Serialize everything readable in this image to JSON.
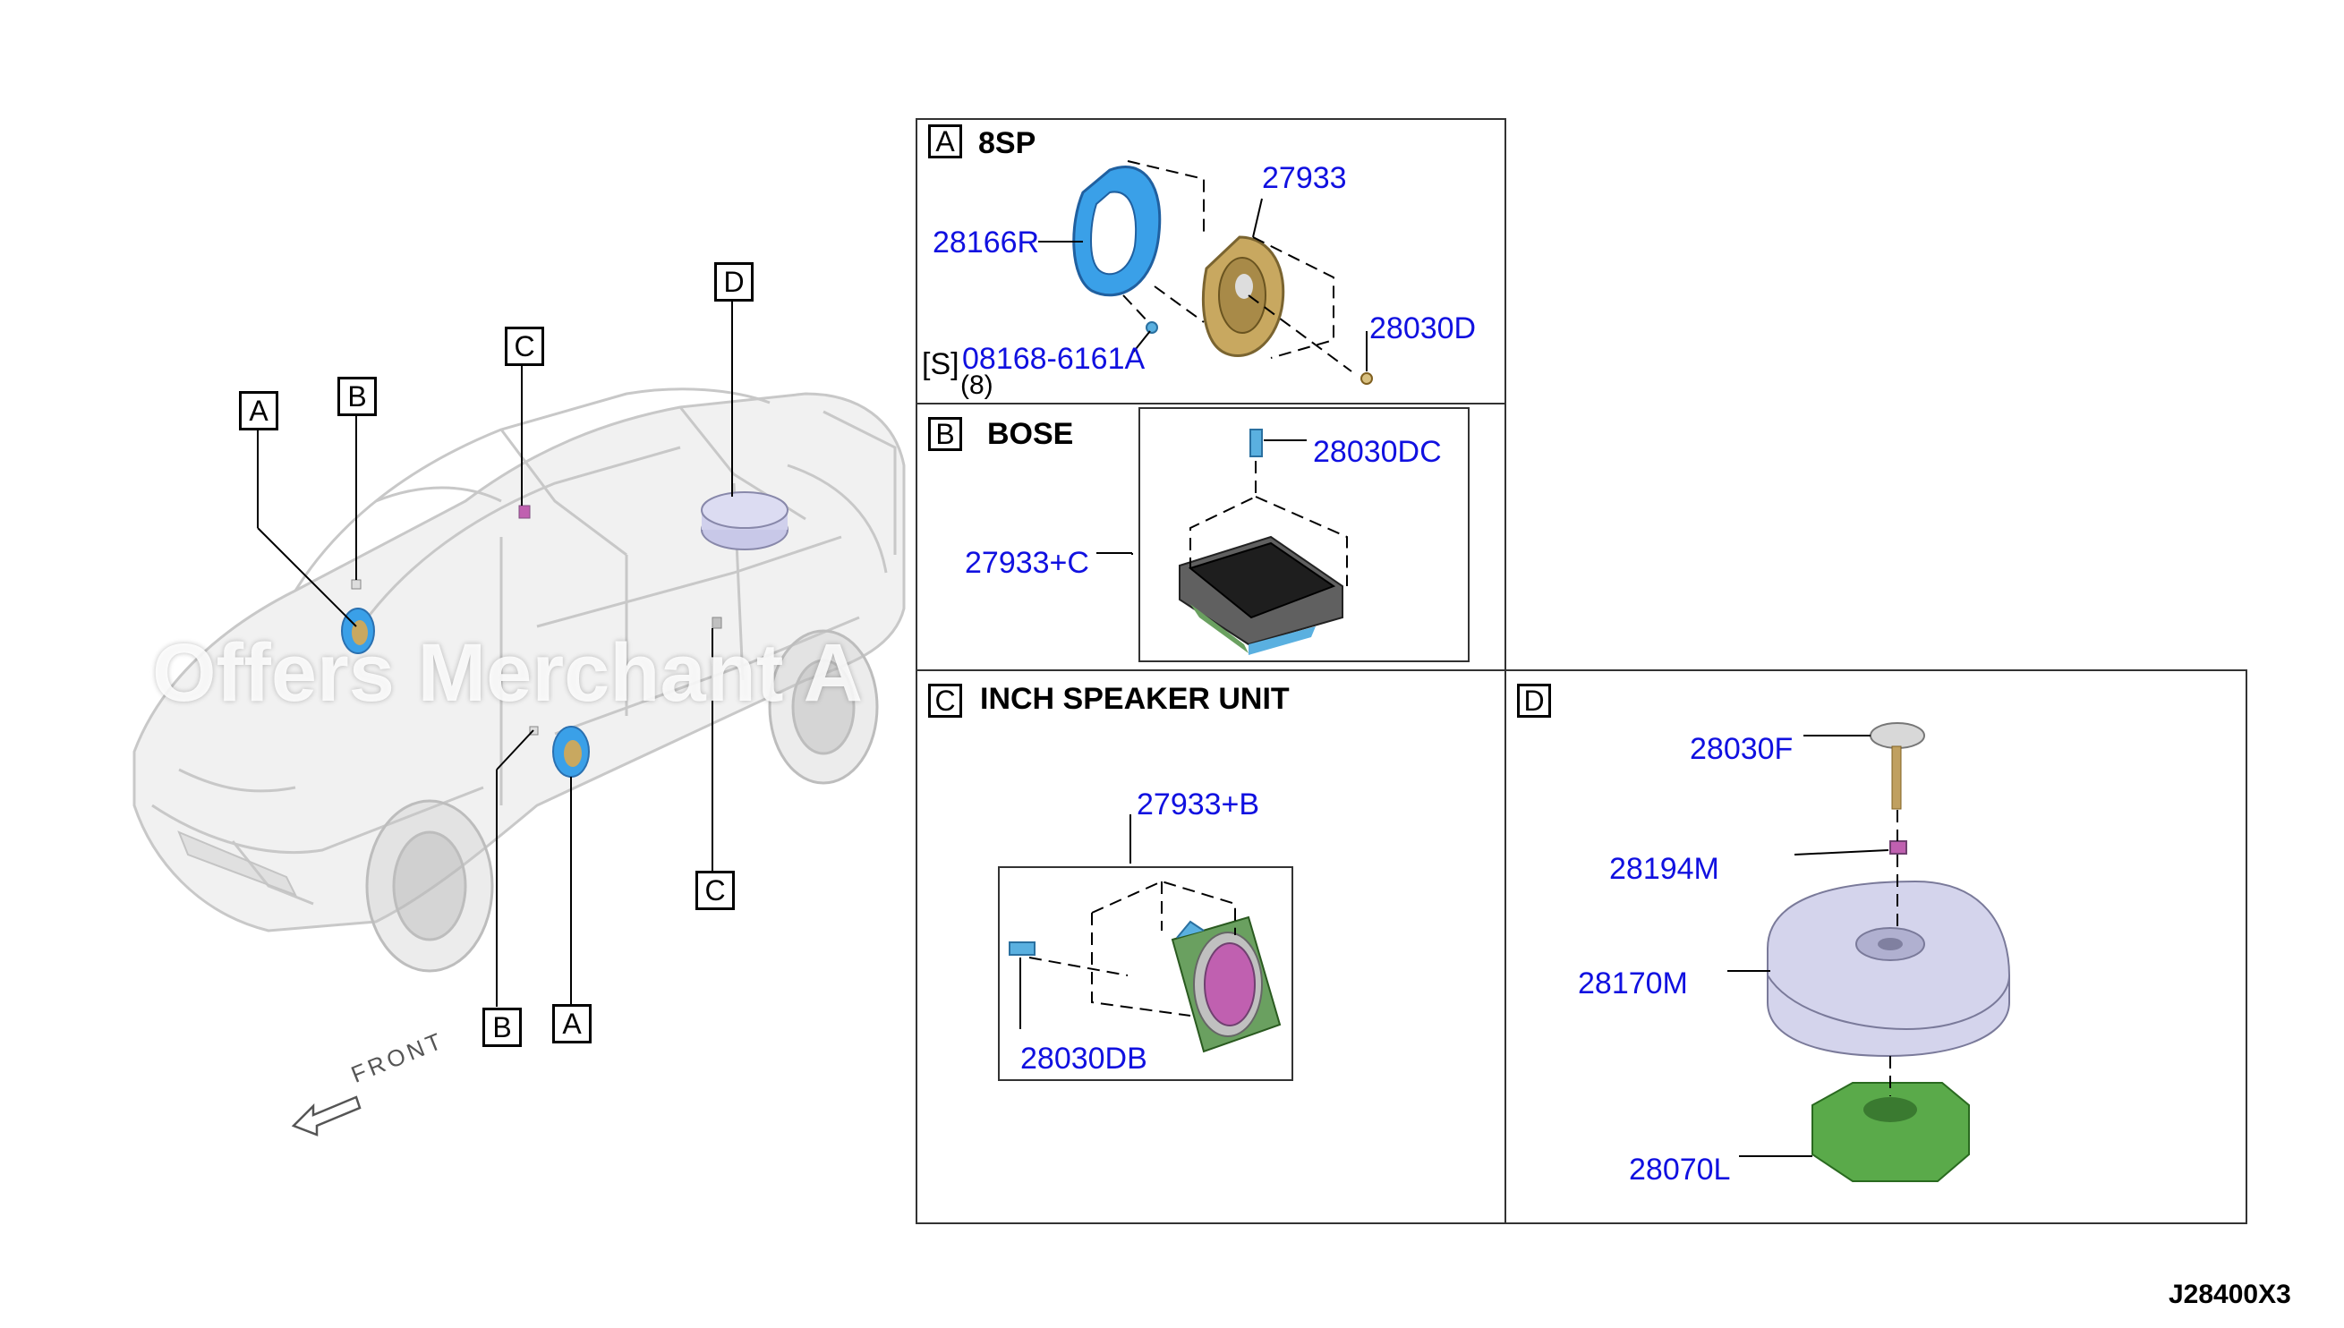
{
  "labels": {
    "A": "A",
    "B": "B",
    "C": "C",
    "D": "D"
  },
  "panels": {
    "a": {
      "tag": "A",
      "title": "8SP"
    },
    "b": {
      "tag": "B",
      "title": "BOSE"
    },
    "c": {
      "tag": "C",
      "title": "INCH SPEAKER UNIT"
    },
    "d": {
      "tag": "D",
      "title": ""
    }
  },
  "parts": {
    "p28166R": "28166R",
    "p27933": "27933",
    "p28030D": "28030D",
    "p08168": "08168-6161A",
    "bolt_symbol": "[S]",
    "bolt_qty": "(8)",
    "p28030DC": "28030DC",
    "p27933C": "27933+C",
    "p27933B": "27933+B",
    "p28030DB": "28030DB",
    "p28030F": "28030F",
    "p28194M": "28194M",
    "p28170M": "28170M",
    "p28070L": "28070L"
  },
  "front_label": "FRONT",
  "diagram_code": "J28400X3",
  "watermark": "Offers Merchant A",
  "colors": {
    "part_number": "#1010e0",
    "speaker_blue": "#3aa0e8",
    "speaker_gold": "#c8a860",
    "magenta": "#c060b0",
    "green": "#5aaa4a",
    "subwoofer": "#c8c8e8"
  }
}
